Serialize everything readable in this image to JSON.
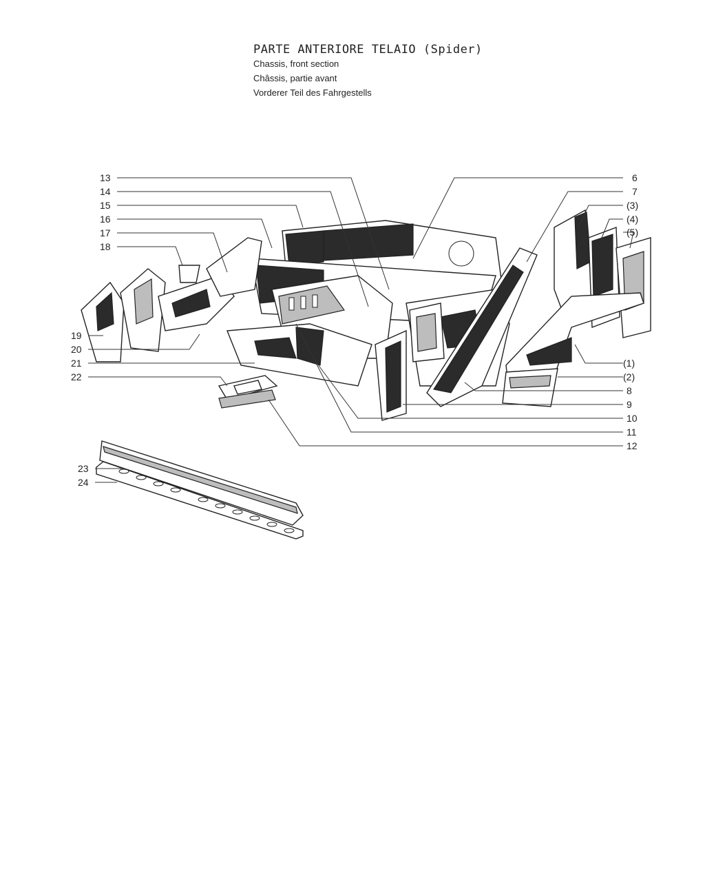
{
  "title": {
    "main": "PARTE ANTERIORE TELAIO (Spider)",
    "en": "Chassis, front section",
    "fr": "Châssis, partie avant",
    "de": "Vorderer Teil des Fahrgestells"
  },
  "callouts_left": [
    "13",
    "14",
    "15",
    "16",
    "17",
    "18",
    "19",
    "20",
    "21",
    "22",
    "23",
    "24"
  ],
  "callouts_right": [
    "6",
    "7",
    "(3)",
    "(4)",
    "(5)",
    "(1)",
    "(2)",
    "8",
    "9",
    "10",
    "11",
    "12"
  ]
}
